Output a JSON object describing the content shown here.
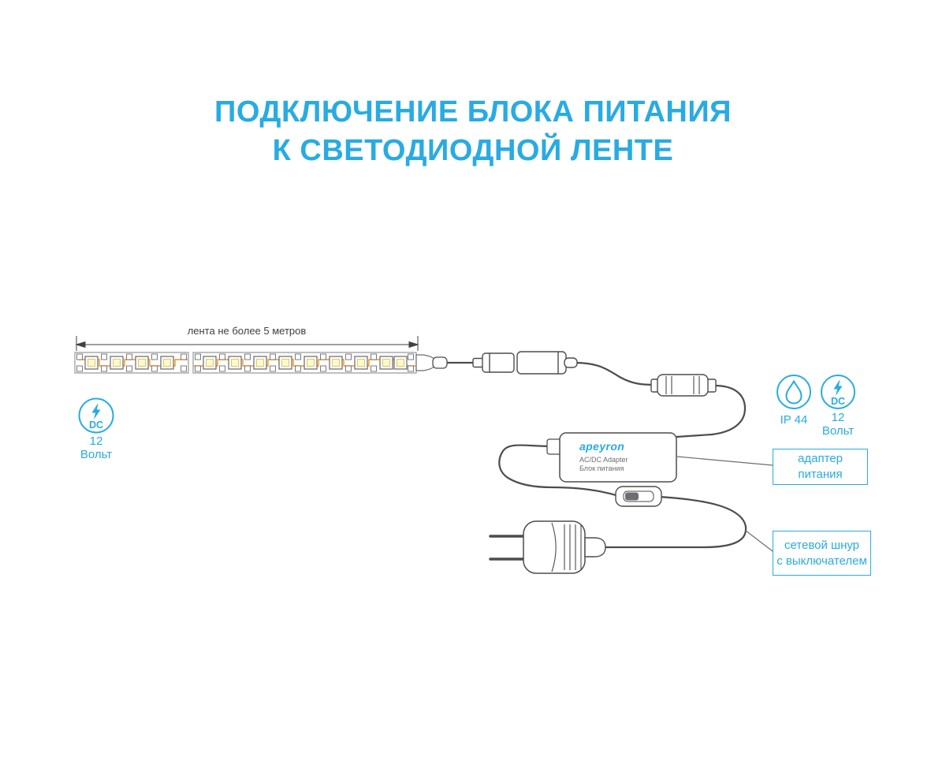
{
  "title": {
    "line1": "ПОДКЛЮЧЕНИЕ БЛОКА ПИТАНИЯ",
    "line2": "К СВЕТОДИОДНОЙ ЛЕНТЕ"
  },
  "strip": {
    "dimension_label": "лента не более 5 метров"
  },
  "badges": {
    "left": {
      "icon": "dc-lightning-icon",
      "dc": "DC",
      "value": "12",
      "unit": "Вольт"
    },
    "ip": {
      "icon": "water-drop-icon",
      "label": "IP 44"
    },
    "right": {
      "icon": "dc-lightning-icon",
      "dc": "DC",
      "value": "12",
      "unit": "Вольт"
    }
  },
  "adapter": {
    "brand": "apeyron",
    "type_label": "AC/DC Adapter",
    "name_label": "Блок питания"
  },
  "callouts": {
    "adapter": {
      "line1": "адаптер",
      "line2": "питания"
    },
    "cord": {
      "line1": "сетевой шнур",
      "line2": "с выключателем"
    }
  },
  "colors": {
    "accent": "#29ABE2",
    "line": "#4D4D4D",
    "trace": "#F7941D",
    "led": "#FFF9C9"
  }
}
